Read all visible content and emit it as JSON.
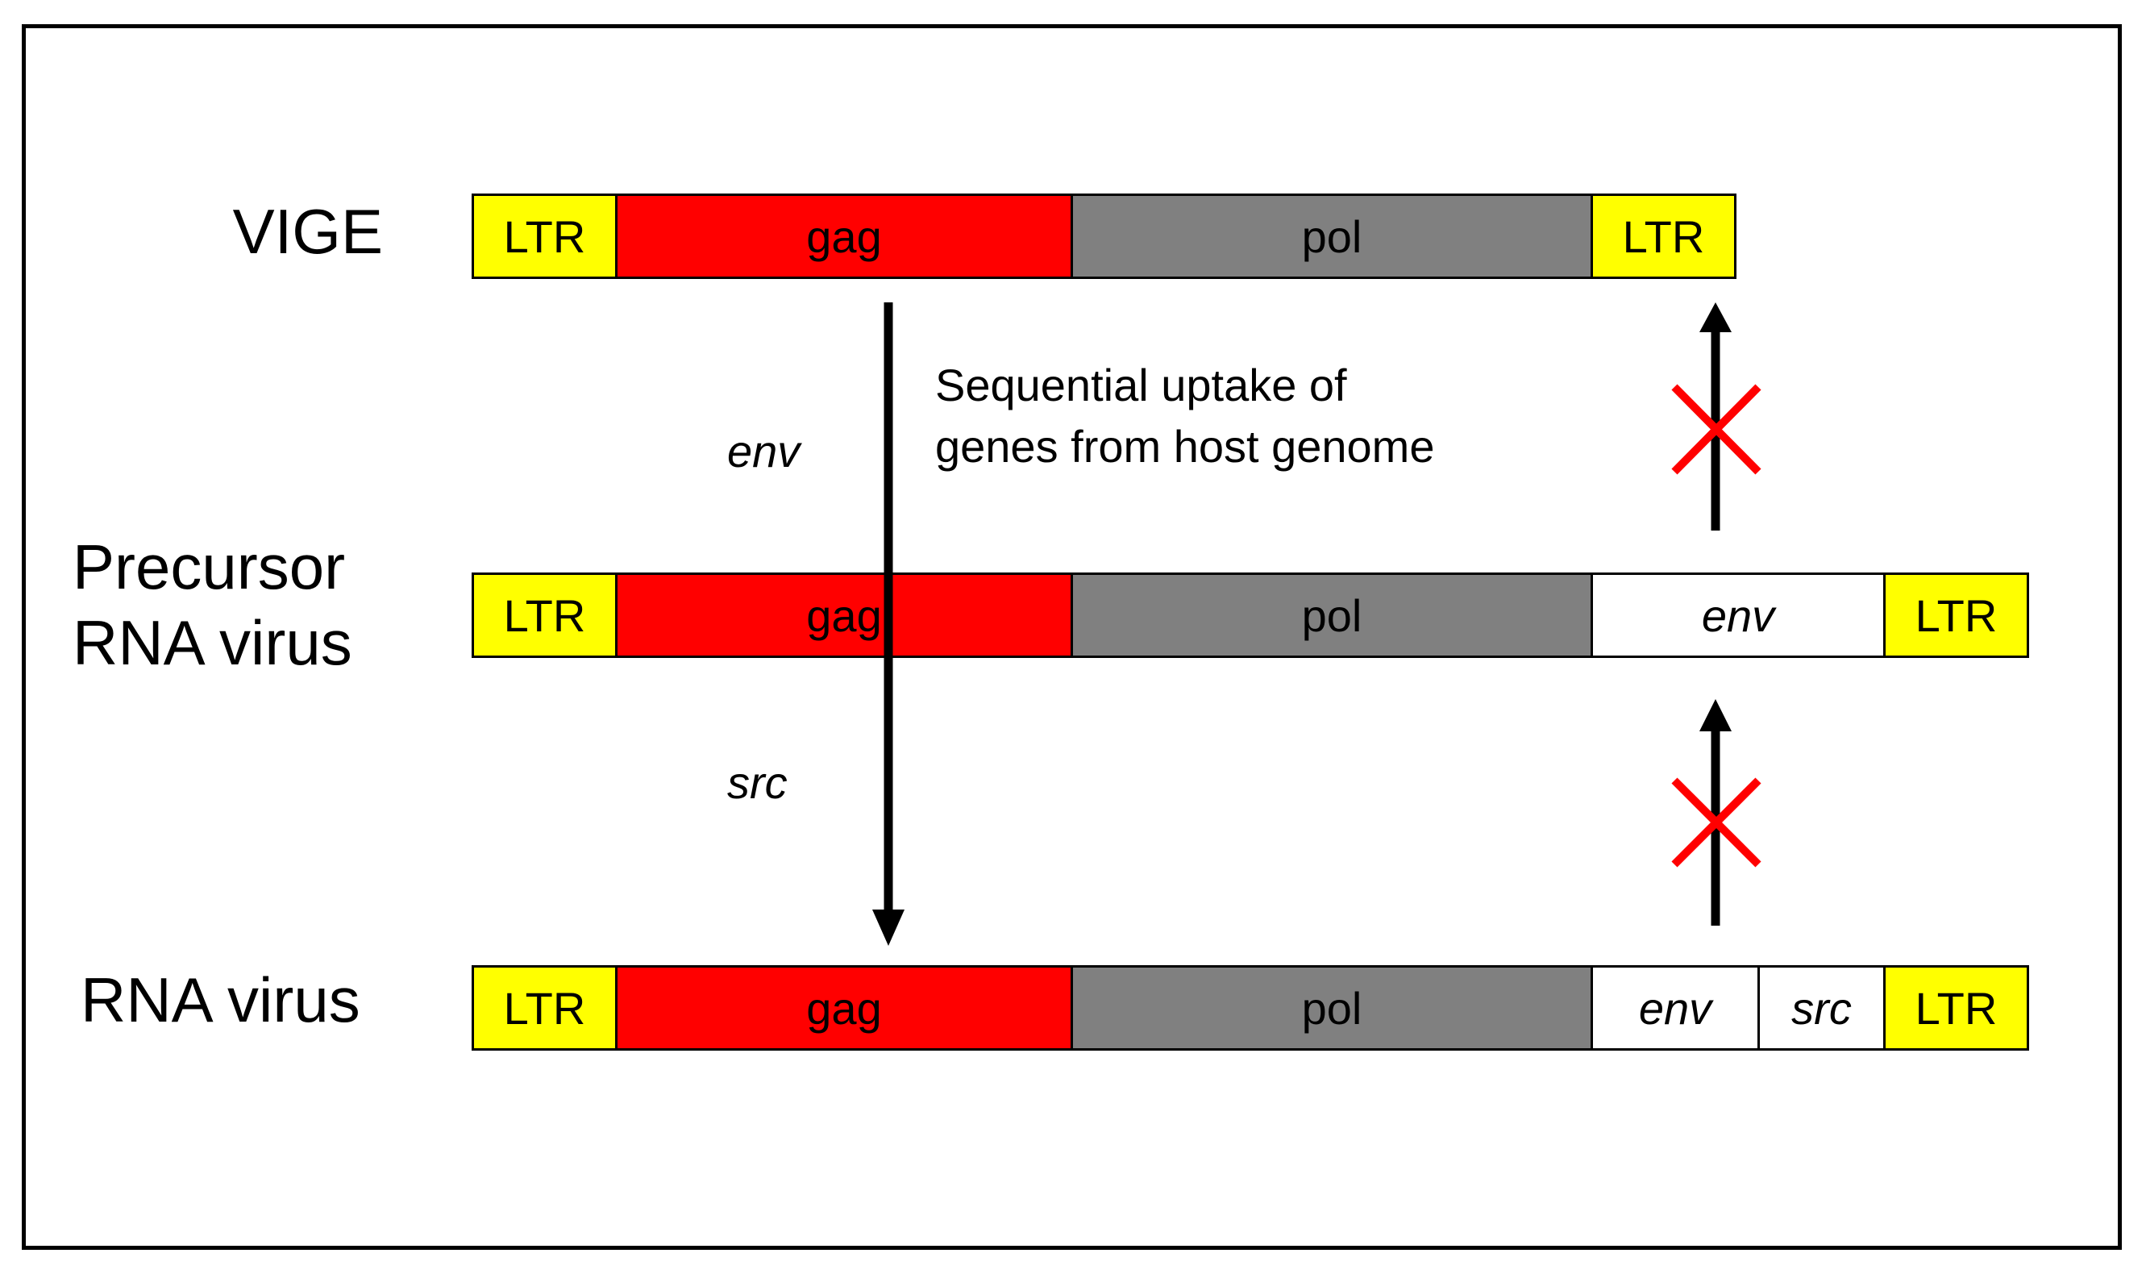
{
  "rows": [
    {
      "label": "VIGE",
      "segments": [
        {
          "text": "LTR",
          "color": "#ffff00",
          "italic": false
        },
        {
          "text": "gag",
          "color": "#ff0000",
          "italic": false
        },
        {
          "text": "pol",
          "color": "#808080",
          "italic": false
        },
        {
          "text": "LTR",
          "color": "#ffff00",
          "italic": false
        }
      ]
    },
    {
      "label": "Precursor\nRNA virus",
      "segments": [
        {
          "text": "LTR",
          "color": "#ffff00",
          "italic": false
        },
        {
          "text": "gag",
          "color": "#ff0000",
          "italic": false
        },
        {
          "text": "pol",
          "color": "#808080",
          "italic": false
        },
        {
          "text": "env",
          "color": "#ffffff",
          "italic": true
        },
        {
          "text": "LTR",
          "color": "#ffff00",
          "italic": false
        }
      ]
    },
    {
      "label": "RNA virus",
      "segments": [
        {
          "text": "LTR",
          "color": "#ffff00",
          "italic": false
        },
        {
          "text": "gag",
          "color": "#ff0000",
          "italic": false
        },
        {
          "text": "pol",
          "color": "#808080",
          "italic": false
        },
        {
          "text": "env",
          "color": "#ffffff",
          "italic": true
        },
        {
          "text": "src",
          "color": "#ffffff",
          "italic": true
        },
        {
          "text": "LTR",
          "color": "#ffff00",
          "italic": false
        }
      ]
    }
  ],
  "annotations": {
    "env_step": "env",
    "src_step": "src",
    "description": "Sequential uptake of\ngenes from host genome"
  },
  "colors": {
    "ltr": "#ffff00",
    "gag": "#ff0000",
    "pol": "#808080",
    "acquired_gene": "#ffffff",
    "arrow": "#000000",
    "block_cross": "#ff0000"
  }
}
